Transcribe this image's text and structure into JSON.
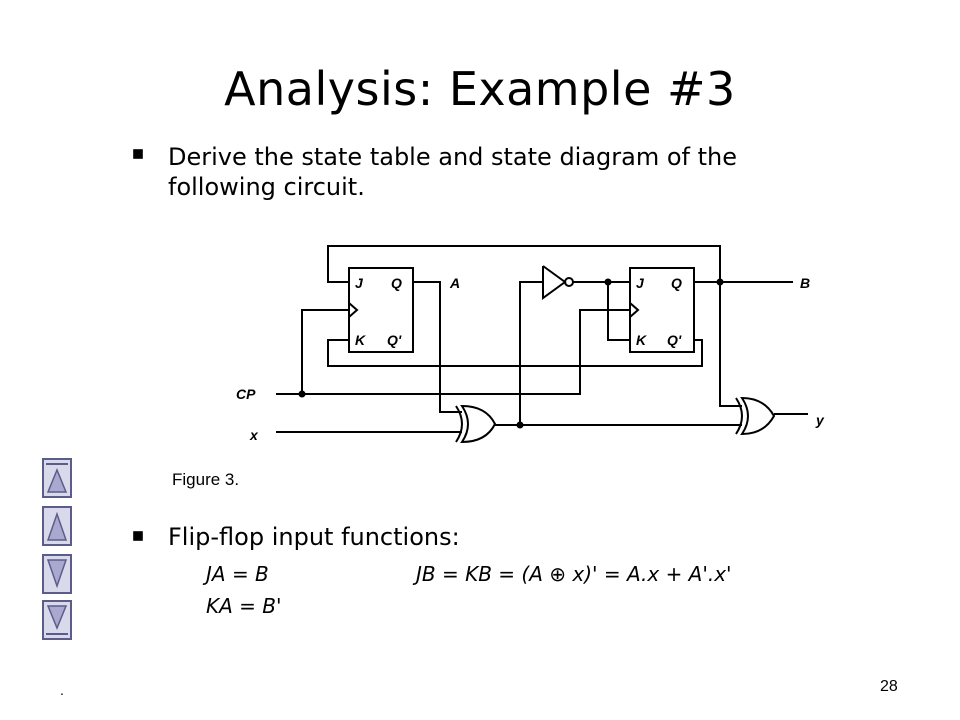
{
  "slide": {
    "title": "Analysis: Example #3",
    "bullet1_line1": "Derive the state table and state diagram of the",
    "bullet1_line2": "following circuit.",
    "figure_caption": "Figure 3.",
    "bullet2": "Flip-flop input functions:",
    "eq_ja": "JA = B",
    "eq_jb": "JB = KB = (A ⊕ x)' = A.x + A'.x'",
    "eq_ka": "KA = B'",
    "page_number": "28",
    "footer_dot": "."
  },
  "circuit": {
    "ff1": {
      "j": "J",
      "q": "Q",
      "k": "K",
      "qn": "Q'"
    },
    "ff2": {
      "j": "J",
      "q": "Q",
      "k": "K",
      "qn": "Q'"
    },
    "label_a": "A",
    "label_b": "B",
    "label_cp": "CP",
    "label_x": "x",
    "label_y": "y"
  },
  "nav": {
    "icons": [
      "first-slide-icon",
      "previous-slide-icon",
      "next-slide-icon",
      "last-slide-icon"
    ],
    "fill_color": "#a9a9cf",
    "border_color": "#5c5c8a"
  }
}
